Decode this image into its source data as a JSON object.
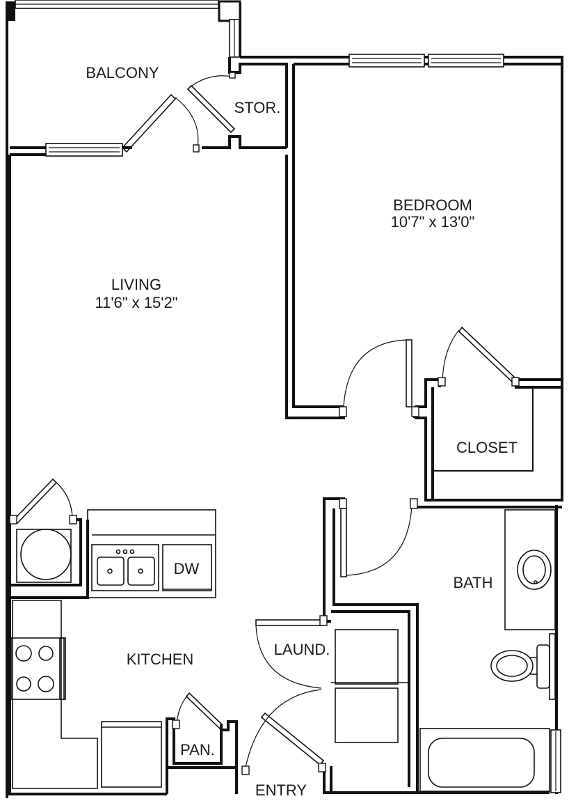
{
  "rooms": {
    "balcony": {
      "name": "BALCONY"
    },
    "storage": {
      "name": "STOR."
    },
    "bedroom": {
      "name": "BEDROOM",
      "dims": "10'7\" x 13'0\""
    },
    "living": {
      "name": "LIVING",
      "dims": "11'6\" x 15'2\""
    },
    "closet": {
      "name": "CLOSET"
    },
    "bath": {
      "name": "BATH"
    },
    "kitchen": {
      "name": "KITCHEN"
    },
    "laundry": {
      "name": "LAUND."
    },
    "pantry": {
      "name": "PAN."
    },
    "entry": {
      "name": "ENTRY"
    },
    "dishwasher": {
      "name": "DW"
    }
  },
  "colors": {
    "line": "#111111",
    "background": "#ffffff"
  }
}
